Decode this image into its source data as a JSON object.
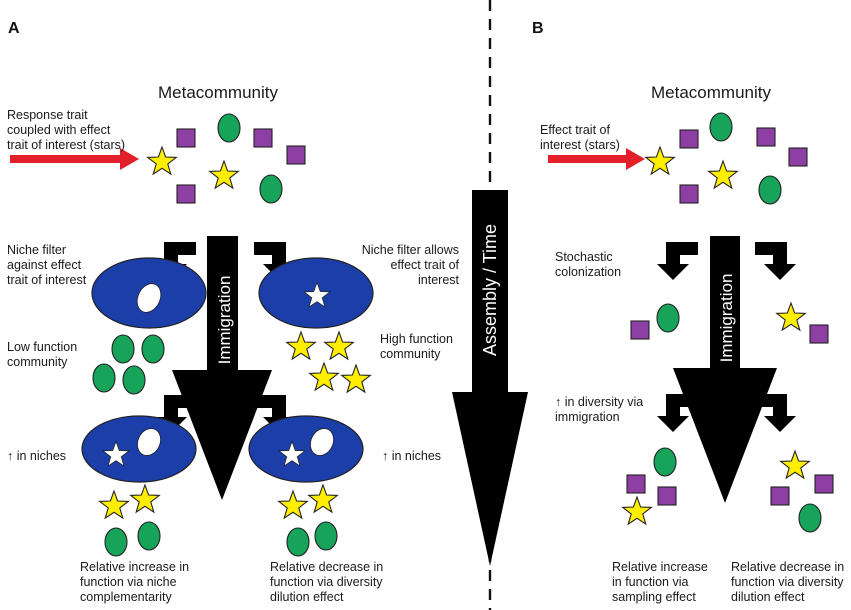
{
  "panel_a": {
    "letter": "A",
    "title": "Metacommunity",
    "arrow_label": "Response trait\ncoupled with effect\ntrait of interest (stars)",
    "left_filter_label": "Niche filter\nagainst effect\ntrait of interest",
    "right_filter_label": "Niche filter allows\neffect trait of\ninterest",
    "low_function_label": "Low function\ncommunity",
    "high_function_label": "High function\ncommunity",
    "niches_left_label": "↑ in niches",
    "niches_right_label": "↑ in niches",
    "immigration_label": "Immigration",
    "bottom_left_caption": "Relative increase in\nfunction via niche\ncomplementarity",
    "bottom_right_caption": "Relative decrease in\nfunction via  diversity\ndilution effect"
  },
  "divider": {
    "time_label": "Assembly / Time"
  },
  "panel_b": {
    "letter": "B",
    "title": "Metacommunity",
    "arrow_label": "Effect trait of\ninterest (stars)",
    "colonization_label": "Stochastic\ncolonization",
    "diversity_label": "↑ in diversity via\nimmigration",
    "immigration_label": "Immigration",
    "bottom_left_caption": "Relative increase\nin function via\nsampling effect",
    "bottom_right_caption": "Relative decrease in\nfunction via diversity\ndilution effect"
  },
  "colors": {
    "star_fill": "#ffee00",
    "square_fill": "#8e3fa3",
    "oval_fill": "#17a45a",
    "niche_oval_fill": "#1c3ea8",
    "arrow_red": "#e3202a",
    "arrow_black": "#000000"
  },
  "icons": [
    "star-icon",
    "square-icon",
    "oval-icon",
    "niche-ellipse-icon",
    "bent-arrow-icon"
  ]
}
